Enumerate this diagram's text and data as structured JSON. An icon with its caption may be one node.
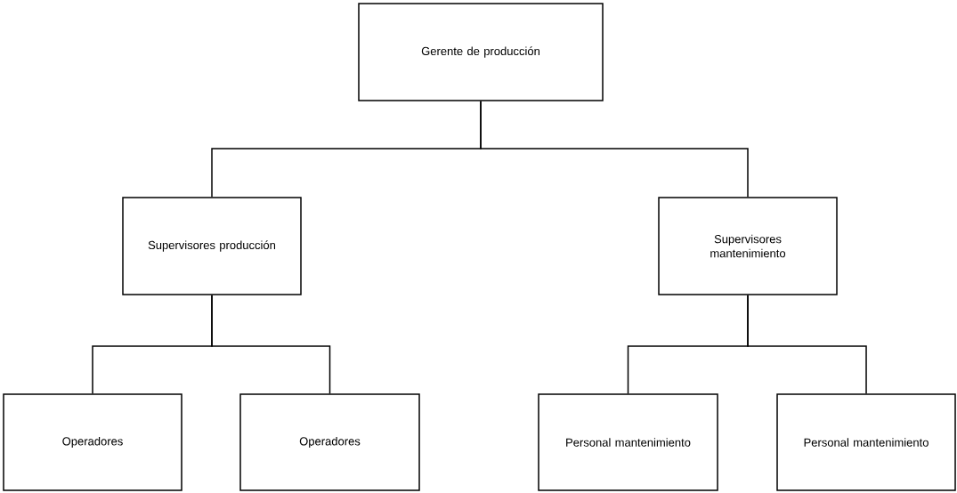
{
  "diagram": {
    "nodes": [
      {
        "text": [
          "Gerente de producción"
        ]
      },
      {
        "text": [
          "Supervisores producción"
        ]
      },
      {
        "text": [
          "Supervisores mantenimiento"
        ]
      },
      {
        "text": [
          "Operadores"
        ]
      },
      {
        "text": [
          "Operadores"
        ]
      },
      {
        "text": [
          "Personal mantenimiento"
        ]
      },
      {
        "text": [
          "Personal mantenimiento"
        ]
      }
    ],
    "edges": [
      {
        "from": 0,
        "to": 1,
        "arrow": "none"
      },
      {
        "from": 0,
        "to": 2,
        "arrow": "none"
      },
      {
        "from": 1,
        "to": 3,
        "arrow": "none"
      },
      {
        "from": 1,
        "to": 4,
        "arrow": "none"
      },
      {
        "from": 2,
        "to": 5,
        "arrow": "none"
      },
      {
        "from": 2,
        "to": 6,
        "arrow": "none"
      }
    ]
  }
}
